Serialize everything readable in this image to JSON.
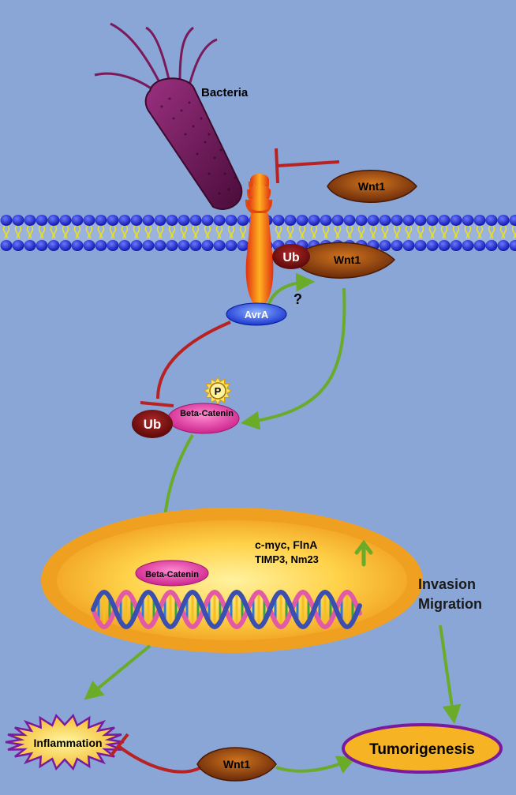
{
  "labels": {
    "bacteria": "Bacteria",
    "wnt1_outside": "Wnt1",
    "wnt1_membrane": "Wnt1",
    "ub_membrane": "Ub",
    "question": "?",
    "avra": "AvrA",
    "phospho": "P",
    "beta_catenin_cyto": "Beta-Catenin",
    "ub_cyto": "Ub",
    "genes_line1": "c-myc, FlnA",
    "genes_line2": "TIMP3, Nm23",
    "beta_catenin_nucleus": "Beta-Catenin",
    "invasion": "Invasion",
    "migration": "Migration",
    "inflammation": "Inflammation",
    "wnt1_bottom": "Wnt1",
    "tumorigenesis": "Tumorigenesis"
  },
  "colors": {
    "background": "#8aa6d6",
    "activation_arrow": "#6aab2a",
    "inhibition": "#b82222",
    "membrane_head": "#1a22c8",
    "nucleus_rim": "#f0a020",
    "wnt1": "#8a3a10",
    "ub": "#7a1212",
    "beta_catenin": "#e040a0",
    "avra": "#2f4de0",
    "bacteria": "#6a1a55"
  },
  "icons": {
    "bacterium": "rod-bacterium-with-flagella",
    "receptor": "frizzled-receptor",
    "dna": "double-helix",
    "phosphate": "phosphate-star",
    "inflammation": "inflammation-burst",
    "up_arrow": "upregulation-arrow"
  }
}
